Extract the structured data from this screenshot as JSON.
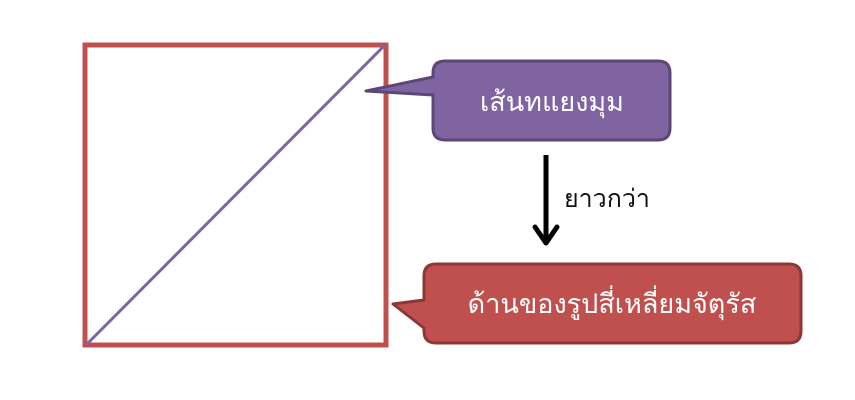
{
  "diagram": {
    "diagonal_label": "เส้นทแยงมุม",
    "side_label": "ด้านของรูปสี่เหลี่ยมจัตุรัส",
    "relation_label": "ยาวกว่า"
  },
  "colors": {
    "square_stroke": "#c0504d",
    "diagonal_stroke": "#8064a2",
    "diagonal_callout_fill": "#8064a2",
    "diagonal_callout_border": "#5c4776",
    "side_callout_fill": "#c0504d",
    "side_callout_border": "#8c3836",
    "arrow": "#000000"
  }
}
